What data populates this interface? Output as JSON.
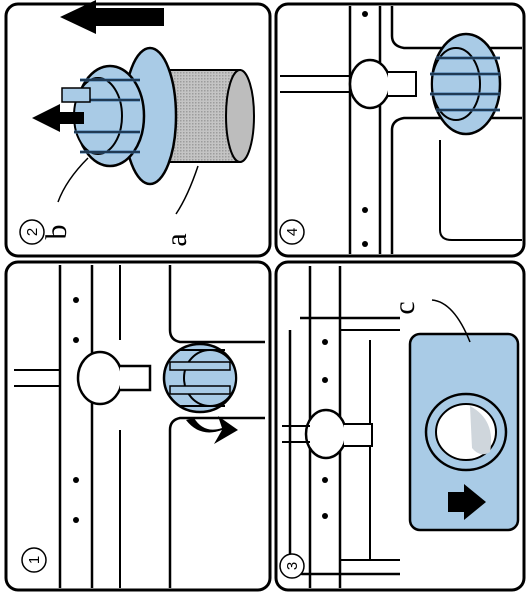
{
  "panels": [
    {
      "number": "1"
    },
    {
      "number": "2",
      "labels": {
        "a": "a",
        "b": "b"
      }
    },
    {
      "number": "3",
      "labels": {
        "c": "c"
      }
    },
    {
      "number": "4"
    }
  ],
  "colors": {
    "accent": "#a9cbe6",
    "accent_dark": "#3f74a8",
    "ink": "#000000",
    "panel_bg": "#ffffff",
    "filter_mesh": "#b8b8b8"
  },
  "icons": {
    "arrow": "arrow-icon",
    "rotate": "rotate-arrow-icon"
  }
}
